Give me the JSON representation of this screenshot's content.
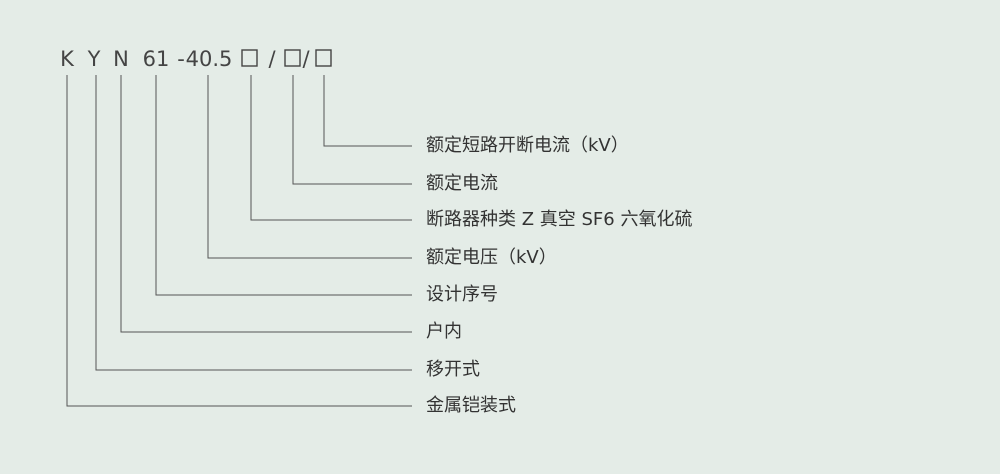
{
  "model_code": {
    "k": "K",
    "y": "Y",
    "n": "N",
    "series": "61",
    "dash": "-",
    "voltage": "40.5",
    "slash_1": "/",
    "slash_2": "/"
  },
  "labels": {
    "rated_short_circuit_breaking_current": "额定短路开断电流（kV）",
    "rated_current": "额定电流",
    "breaker_type": "断路器种类 Z 真空 SF6 六氧化硫",
    "rated_voltage": "额定电压（kV）",
    "design_serial": "设计序号",
    "indoor": "户内",
    "withdrawable": "移开式",
    "metal_armored": "金属铠装式"
  },
  "colors": {
    "background": "#e4ece7",
    "line": "#555555",
    "text": "#333333"
  }
}
